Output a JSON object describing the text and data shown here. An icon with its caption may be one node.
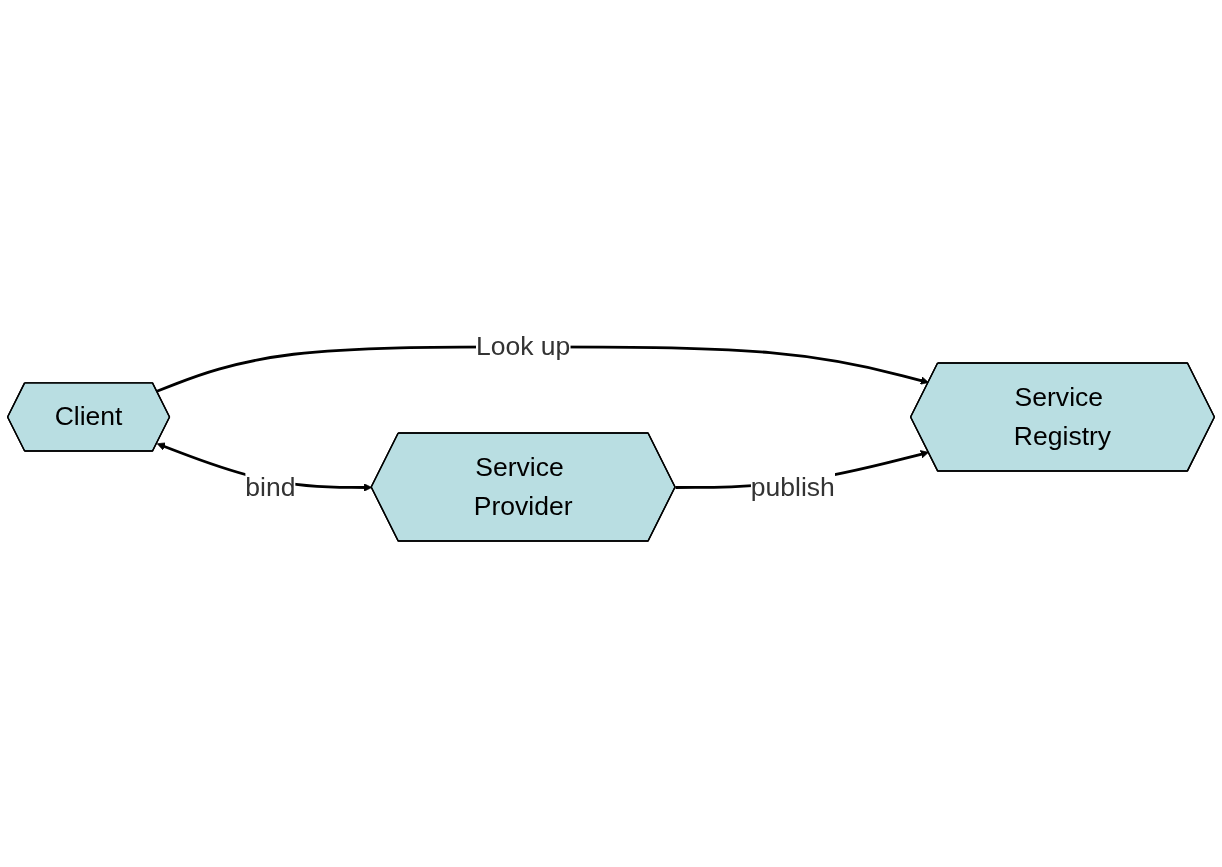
{
  "diagram": {
    "nodes": [
      {
        "text": [
          "Client"
        ]
      },
      {
        "text": [
          "Service Registry"
        ]
      },
      {
        "text": [
          "Service Provider"
        ]
      }
    ],
    "edges": [
      {
        "from": 0,
        "to": 1,
        "arrow": "to",
        "label": "Look up"
      },
      {
        "from": 0,
        "to": 2,
        "arrow": "both",
        "label": "bind"
      },
      {
        "from": 2,
        "to": 1,
        "arrow": "to",
        "label": "publish"
      }
    ]
  }
}
